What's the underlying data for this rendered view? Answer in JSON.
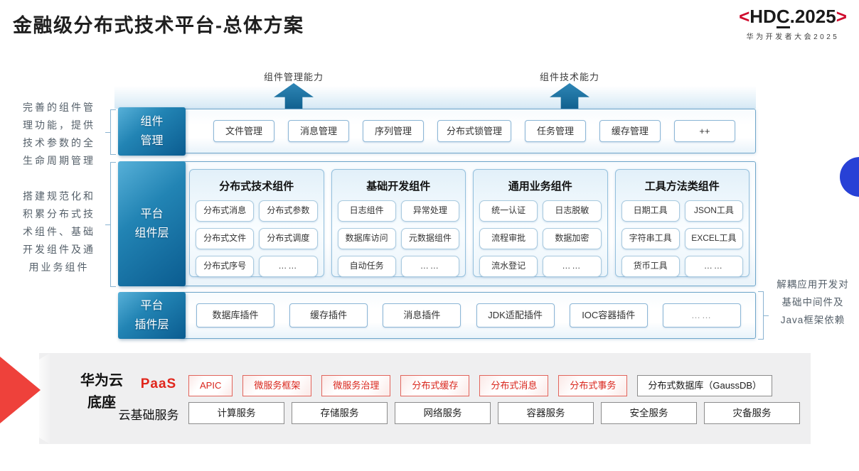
{
  "title": "金融级分布式技术平台-总体方案",
  "logo": {
    "bracket_left": "<",
    "text_hd": "HD",
    "text_c": "C",
    "text_year": ".2025",
    "bracket_right": ">",
    "subtitle": "华为开发者大会2025"
  },
  "capability_arrows": [
    {
      "label": "组件管理能力"
    },
    {
      "label": "组件技术能力"
    }
  ],
  "annotations": {
    "left_top": "完善的组件管\n理功能，提供\n技术参数的全\n生命周期管理",
    "left_bottom": "搭建规范化和\n积累分布式技\n术组件、基础\n开发组件及通\n用业务组件",
    "right": "解耦应用开发对\n基础中间件及\nJava框架依赖"
  },
  "layers": {
    "component_management": {
      "label": "组件\n管理",
      "items": [
        "文件管理",
        "消息管理",
        "序列管理",
        "分布式锁管理",
        "任务管理",
        "缓存管理",
        "++"
      ]
    },
    "platform_component": {
      "label": "平台\n组件层",
      "groups": [
        {
          "title": "分布式技术组件",
          "items": [
            "分布式消息",
            "分布式参数",
            "分布式文件",
            "分布式调度",
            "分布式序号",
            "……"
          ]
        },
        {
          "title": "基础开发组件",
          "items": [
            "日志组件",
            "异常处理",
            "数据库访问",
            "元数据组件",
            "自动任务",
            "……"
          ]
        },
        {
          "title": "通用业务组件",
          "items": [
            "统一认证",
            "日志脱敏",
            "流程审批",
            "数据加密",
            "流水登记",
            "……"
          ]
        },
        {
          "title": "工具方法类组件",
          "items": [
            "日期工具",
            "JSON工具",
            "字符串工具",
            "EXCEL工具",
            "货币工具",
            "……"
          ]
        }
      ]
    },
    "platform_plugin": {
      "label": "平台\n插件层",
      "items": [
        "数据库插件",
        "缓存插件",
        "消息插件",
        "JDK适配插件",
        "IOC容器插件",
        "……"
      ]
    }
  },
  "foundation": {
    "label": "华为云\n底座",
    "paas": {
      "label": "PaaS",
      "red_items": [
        "APIC",
        "微服务框架",
        "微服务治理",
        "分布式缓存",
        "分布式消息",
        "分布式事务"
      ],
      "neutral_item": "分布式数据库（GaussDB）"
    },
    "cloud": {
      "label": "云基础服务",
      "items": [
        "计算服务",
        "存储服务",
        "网络服务",
        "容器服务",
        "安全服务",
        "灾备服务"
      ]
    }
  },
  "colors": {
    "teal_dark": "#0b5c90",
    "teal_light": "#57b0d8",
    "arrow_teal": "#19699b",
    "box_border_blue": "#6fa6ca",
    "red_accent": "#d9261c",
    "logo_red": "#cf0a2c",
    "panel_gray": "#efeff0",
    "pointer_red": "#ee413b",
    "blue_dot": "#2841d6"
  }
}
